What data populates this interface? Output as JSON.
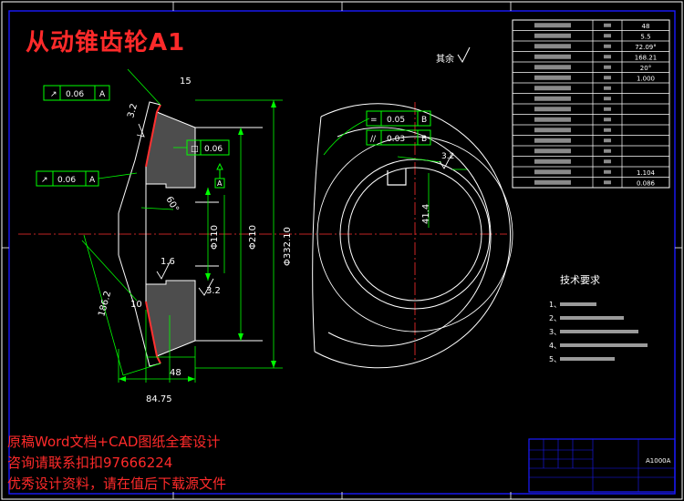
{
  "drawing": {
    "title": "从动锥齿轮A1",
    "roughness_note": "其余",
    "tech_req_title": "技术要求",
    "tech_req_items": [
      "1、",
      "2、",
      "3、",
      "4、",
      "5、"
    ]
  },
  "dimensions": {
    "od": "Φ332.10",
    "d1": "Φ210",
    "d2": "Φ110",
    "keyway": "41.4",
    "face": "48",
    "width": "84.75",
    "slant": "186.2",
    "ra1": "1.6",
    "ra2": "3.2",
    "ra3": "3.2",
    "tol1": "0.06",
    "tol2": "0.06",
    "tol3": "0.06",
    "tol4": "0.05",
    "tol5": "0.03",
    "small1": "15",
    "small2": "10",
    "angle": "60°"
  },
  "param_table": {
    "values": [
      "48",
      "5.5",
      "72.09°",
      "168.21",
      "20°",
      "1.000",
      "",
      "",
      "",
      "",
      "",
      "",
      "",
      "",
      "1.104",
      "0.086"
    ]
  },
  "title_block": {
    "mark": "A1000A"
  },
  "ads": {
    "line1": "原稿Word文档+CAD图纸全套设计",
    "line2": "咨询请联系扣扣97666224",
    "line3": "优秀设计资料，请在值后下载源文件"
  }
}
